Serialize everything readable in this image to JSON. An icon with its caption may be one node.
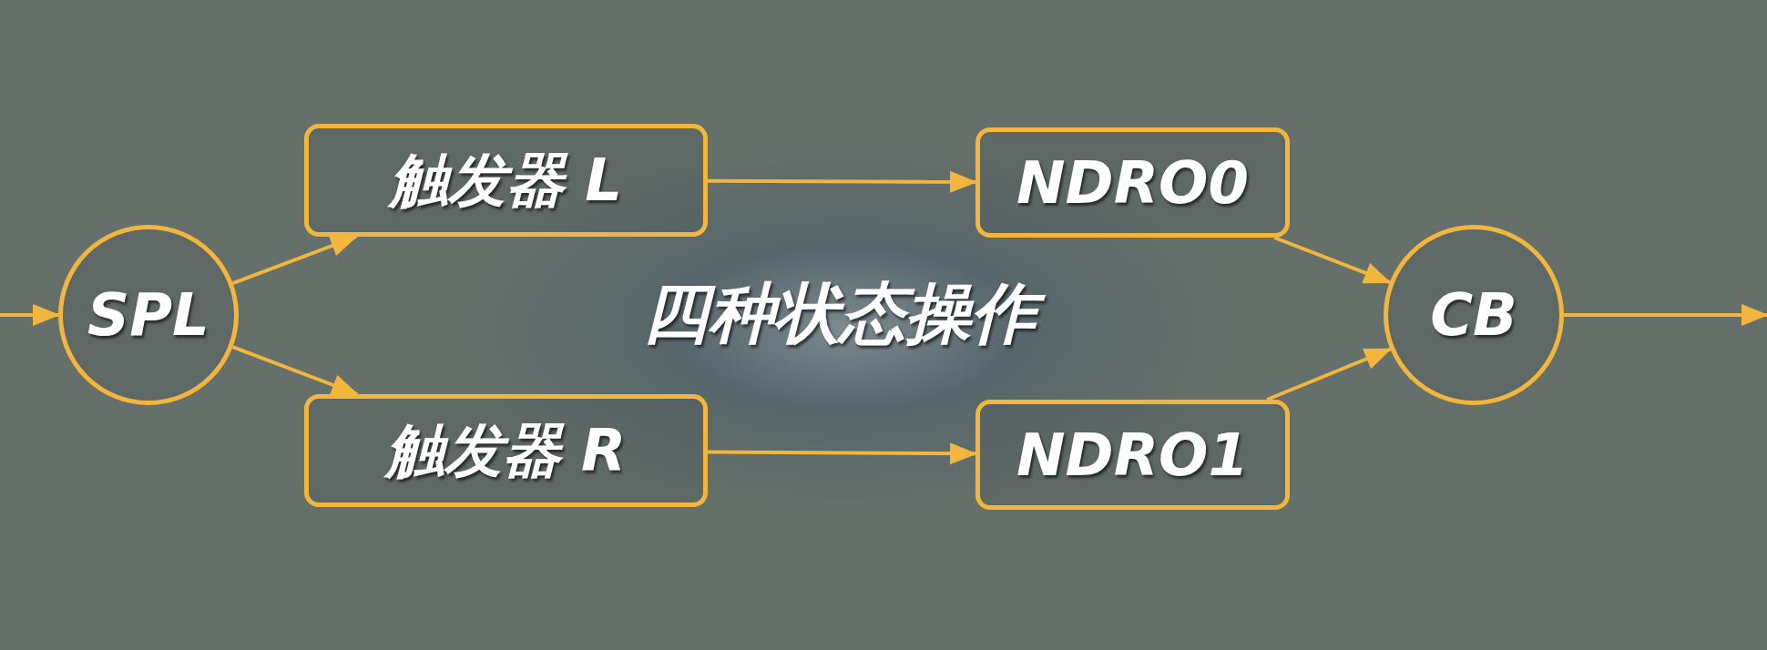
{
  "diagram": {
    "nodes": [
      {
        "text": [
          "SPL"
        ]
      },
      {
        "text": [
          "触发器 L"
        ]
      },
      {
        "text": [
          "触发器 R"
        ]
      },
      {
        "text": [
          "NDRO0"
        ]
      },
      {
        "text": [
          "NDRO1"
        ]
      },
      {
        "text": [
          "CB"
        ]
      }
    ],
    "edges": [
      {
        "from": null,
        "to": 0,
        "arrow": "to"
      },
      {
        "from": 0,
        "to": 1,
        "arrow": "to"
      },
      {
        "from": 0,
        "to": 2,
        "arrow": "to"
      },
      {
        "from": 1,
        "to": 3,
        "arrow": "to"
      },
      {
        "from": 2,
        "to": 4,
        "arrow": "to"
      },
      {
        "from": 3,
        "to": 5,
        "arrow": "to"
      },
      {
        "from": 4,
        "to": 5,
        "arrow": "to"
      },
      {
        "from": 5,
        "to": null,
        "arrow": "to"
      }
    ],
    "labels": [
      "四种状态操作"
    ]
  }
}
